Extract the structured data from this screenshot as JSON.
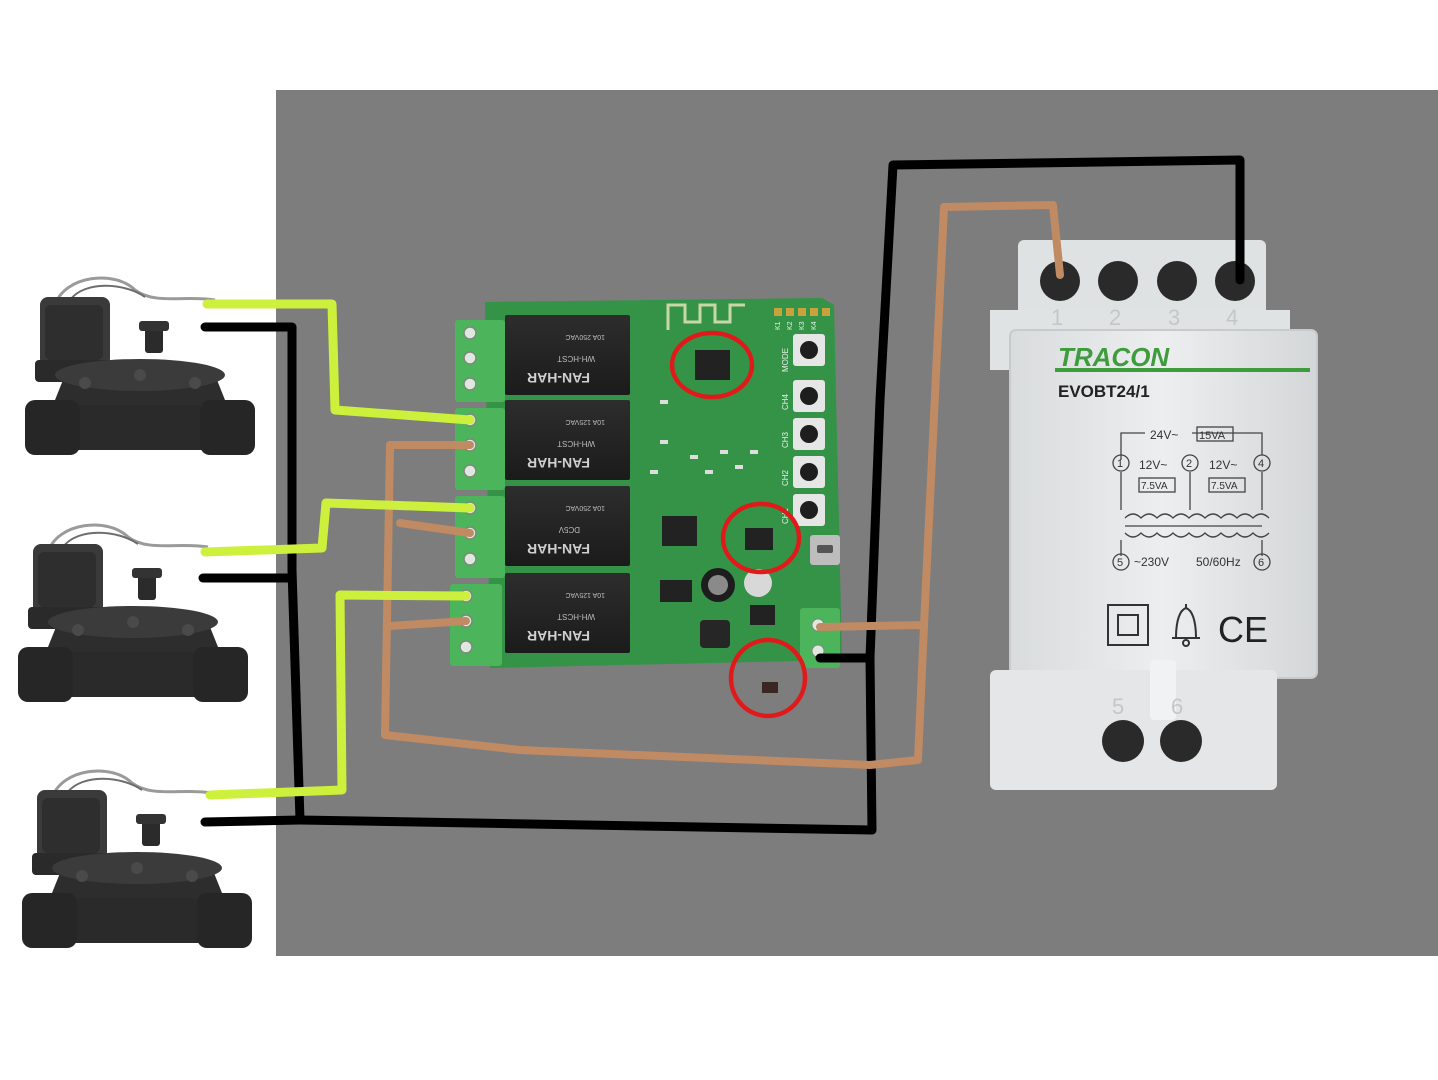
{
  "transformer": {
    "brand": "TRACON",
    "model": "EVOBT24/1",
    "top_terminals": [
      "1",
      "2",
      "3",
      "4"
    ],
    "bottom_terminals": [
      "5",
      "6"
    ],
    "schematic": {
      "total": "24V~",
      "total_va": "15VA",
      "left_out": "12V~",
      "right_out": "12V~",
      "left_va": "7.5VA",
      "right_va": "7.5VA",
      "pin1": "1",
      "pin2": "2",
      "pin4": "4",
      "pin5": "5",
      "pin6": "6",
      "input_voltage": "~230V",
      "frequency": "50/60Hz"
    },
    "ce_mark": "CE"
  },
  "relay_board": {
    "relay_brand": "FAN-HAR",
    "relay_model": "WH-HCST",
    "relay_coil": "DC5V",
    "relay_rating_a": "10A 250VAC",
    "relay_rating_b": "10A 125VAC",
    "button_labels": [
      "MODE",
      "CH4",
      "CH3",
      "CH2",
      "CH1"
    ],
    "header_labels": [
      "K1",
      "K2",
      "K3",
      "K4"
    ]
  },
  "colors": {
    "background_panel": "#7b7b7b",
    "pcb_green": "#3a9a4c",
    "terminal_green": "#4cb45a",
    "wire_yellow_green": "#cdf03c",
    "wire_black": "#000000",
    "wire_brown": "#c08a63",
    "highlight_red": "#e01a1a",
    "transformer_body": "#e6e8e9",
    "tracon_green": "#3f9c3c"
  },
  "icons": [
    "solenoid-valve-icon",
    "double-square-icon",
    "bell-icon",
    "ce-mark"
  ]
}
